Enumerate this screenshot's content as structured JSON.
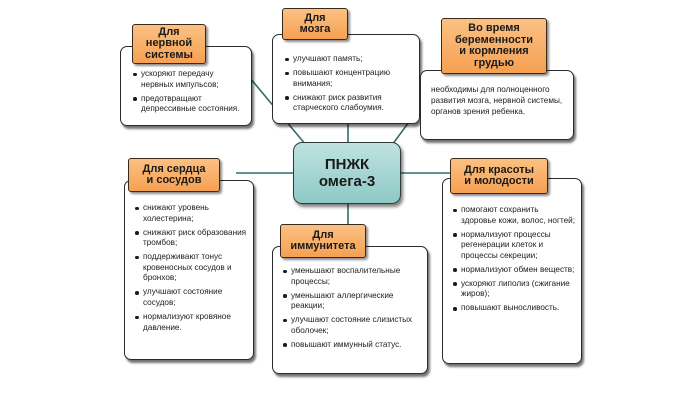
{
  "center": {
    "line1": "ПНЖК",
    "line2": "омега-3"
  },
  "nerve": {
    "title": [
      "Для",
      "нервной",
      "системы"
    ],
    "items": [
      "ускоряют передачу нервных импульсов;",
      "предотвращают депрессивные состояния."
    ]
  },
  "brain": {
    "title": [
      "Для",
      "мозга"
    ],
    "items": [
      "улучшают память;",
      "повышают концентрацию внимания;",
      "снижают риск развития старческого слабоумия."
    ]
  },
  "pregnancy": {
    "title": [
      "Во время",
      "беременности",
      "и кормления",
      "грудью"
    ],
    "text": "необходимы для полноценного развития мозга, нервной системы, органов зрения ребенка."
  },
  "heart": {
    "title": [
      "Для сердца",
      "и сосудов"
    ],
    "items": [
      "снижают уровень холестерина;",
      "снижают риск образования тромбов;",
      "поддерживают тонус кровеносных сосудов и бронхов;",
      "улучшают состояние сосудов;",
      "нормализуют кровяное давление."
    ]
  },
  "immunity": {
    "title": [
      "Для",
      "иммунитета"
    ],
    "items": [
      "уменьшают воспалительные процессы;",
      "уменьшают аллергические реакции;",
      "улучшают состояние слизистых оболочек;",
      "повышают иммунный статус."
    ]
  },
  "beauty": {
    "title": [
      "Для красоты",
      "и молодости"
    ],
    "items": [
      "помогают сохранить здоровье кожи, волос, ногтей;",
      "нормализуют процессы регенерации клеток и процессы секреции;",
      "нормализуют обмен веществ;",
      "ускоряют липолиз (сжигание жиров);",
      "повышают выносливость."
    ]
  },
  "colors": {
    "tag": "#f6a052",
    "center": "#8ec9c6",
    "link": "#2f6f68",
    "border": "#2b2b2b"
  }
}
